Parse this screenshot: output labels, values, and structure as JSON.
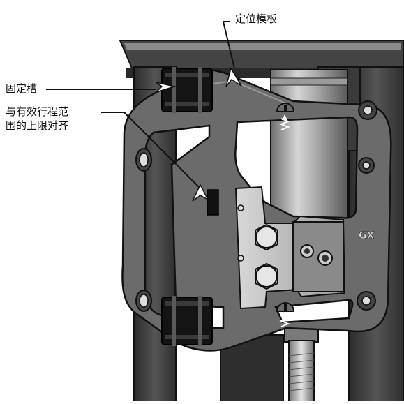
{
  "callouts": {
    "template": "定位模板",
    "fixing_slot": "固定槽",
    "align_line1": "与有效行程范",
    "align_line2_prefix": "围的",
    "align_line2_emphasis": "上限",
    "align_line2_suffix": "对齐"
  },
  "markings": {
    "plate_code": "GX"
  },
  "colors": {
    "callout_text": "#111111",
    "plate_gray": "#6b6b6b",
    "dark_gray": "#3c3c3c",
    "light_gray": "#bdbdbd",
    "clip_black": "#141414"
  }
}
